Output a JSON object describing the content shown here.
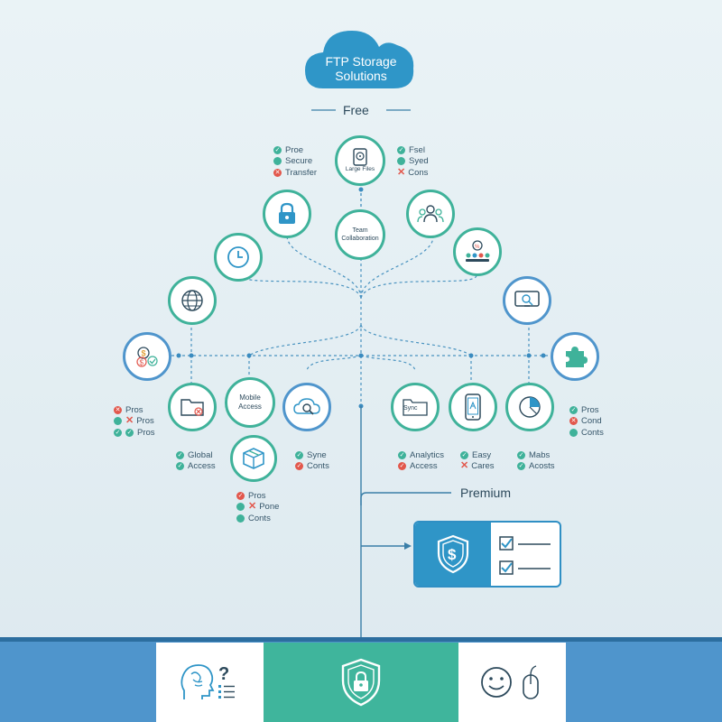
{
  "title": "FTP Storage Solutions",
  "tiers": {
    "free": "Free",
    "premium": "Premium"
  },
  "nodes": {
    "large_files": "Large Files",
    "team_collaboration": "Team Collaboration",
    "mobile_access": "Mobile Access",
    "sync": "Sync"
  },
  "legends": {
    "top_left": [
      "Proe",
      "Secure",
      "Transfer"
    ],
    "top_right": [
      "Fsel",
      "Syed",
      "Cons"
    ],
    "mid_left": [
      "Pros",
      "Pros",
      "Pros"
    ],
    "mid_right": [
      "Pros",
      "Cond",
      "Conts"
    ],
    "low_a": [
      "Global",
      "Access"
    ],
    "low_b": [
      "Syne",
      "Conts"
    ],
    "low_c": [
      "Pros",
      "Pone",
      "Conts"
    ],
    "low_d": [
      "Analytics",
      "Access"
    ],
    "low_e": [
      "Easy",
      "Cares"
    ],
    "low_f": [
      "Mabs",
      "Acosts"
    ]
  },
  "colors": {
    "accent_teal": "#3fb29a",
    "accent_blue": "#2f95c7",
    "cross_red": "#e2574c",
    "footer_blue": "#4f95cc",
    "footer_mid": "#3fb59c"
  },
  "footer": {
    "left_icons": [
      "brain-icon",
      "question-list-icon"
    ],
    "center_icon": "shield-lock-icon",
    "right_icons": [
      "smile-icon",
      "mouse-icon"
    ]
  }
}
